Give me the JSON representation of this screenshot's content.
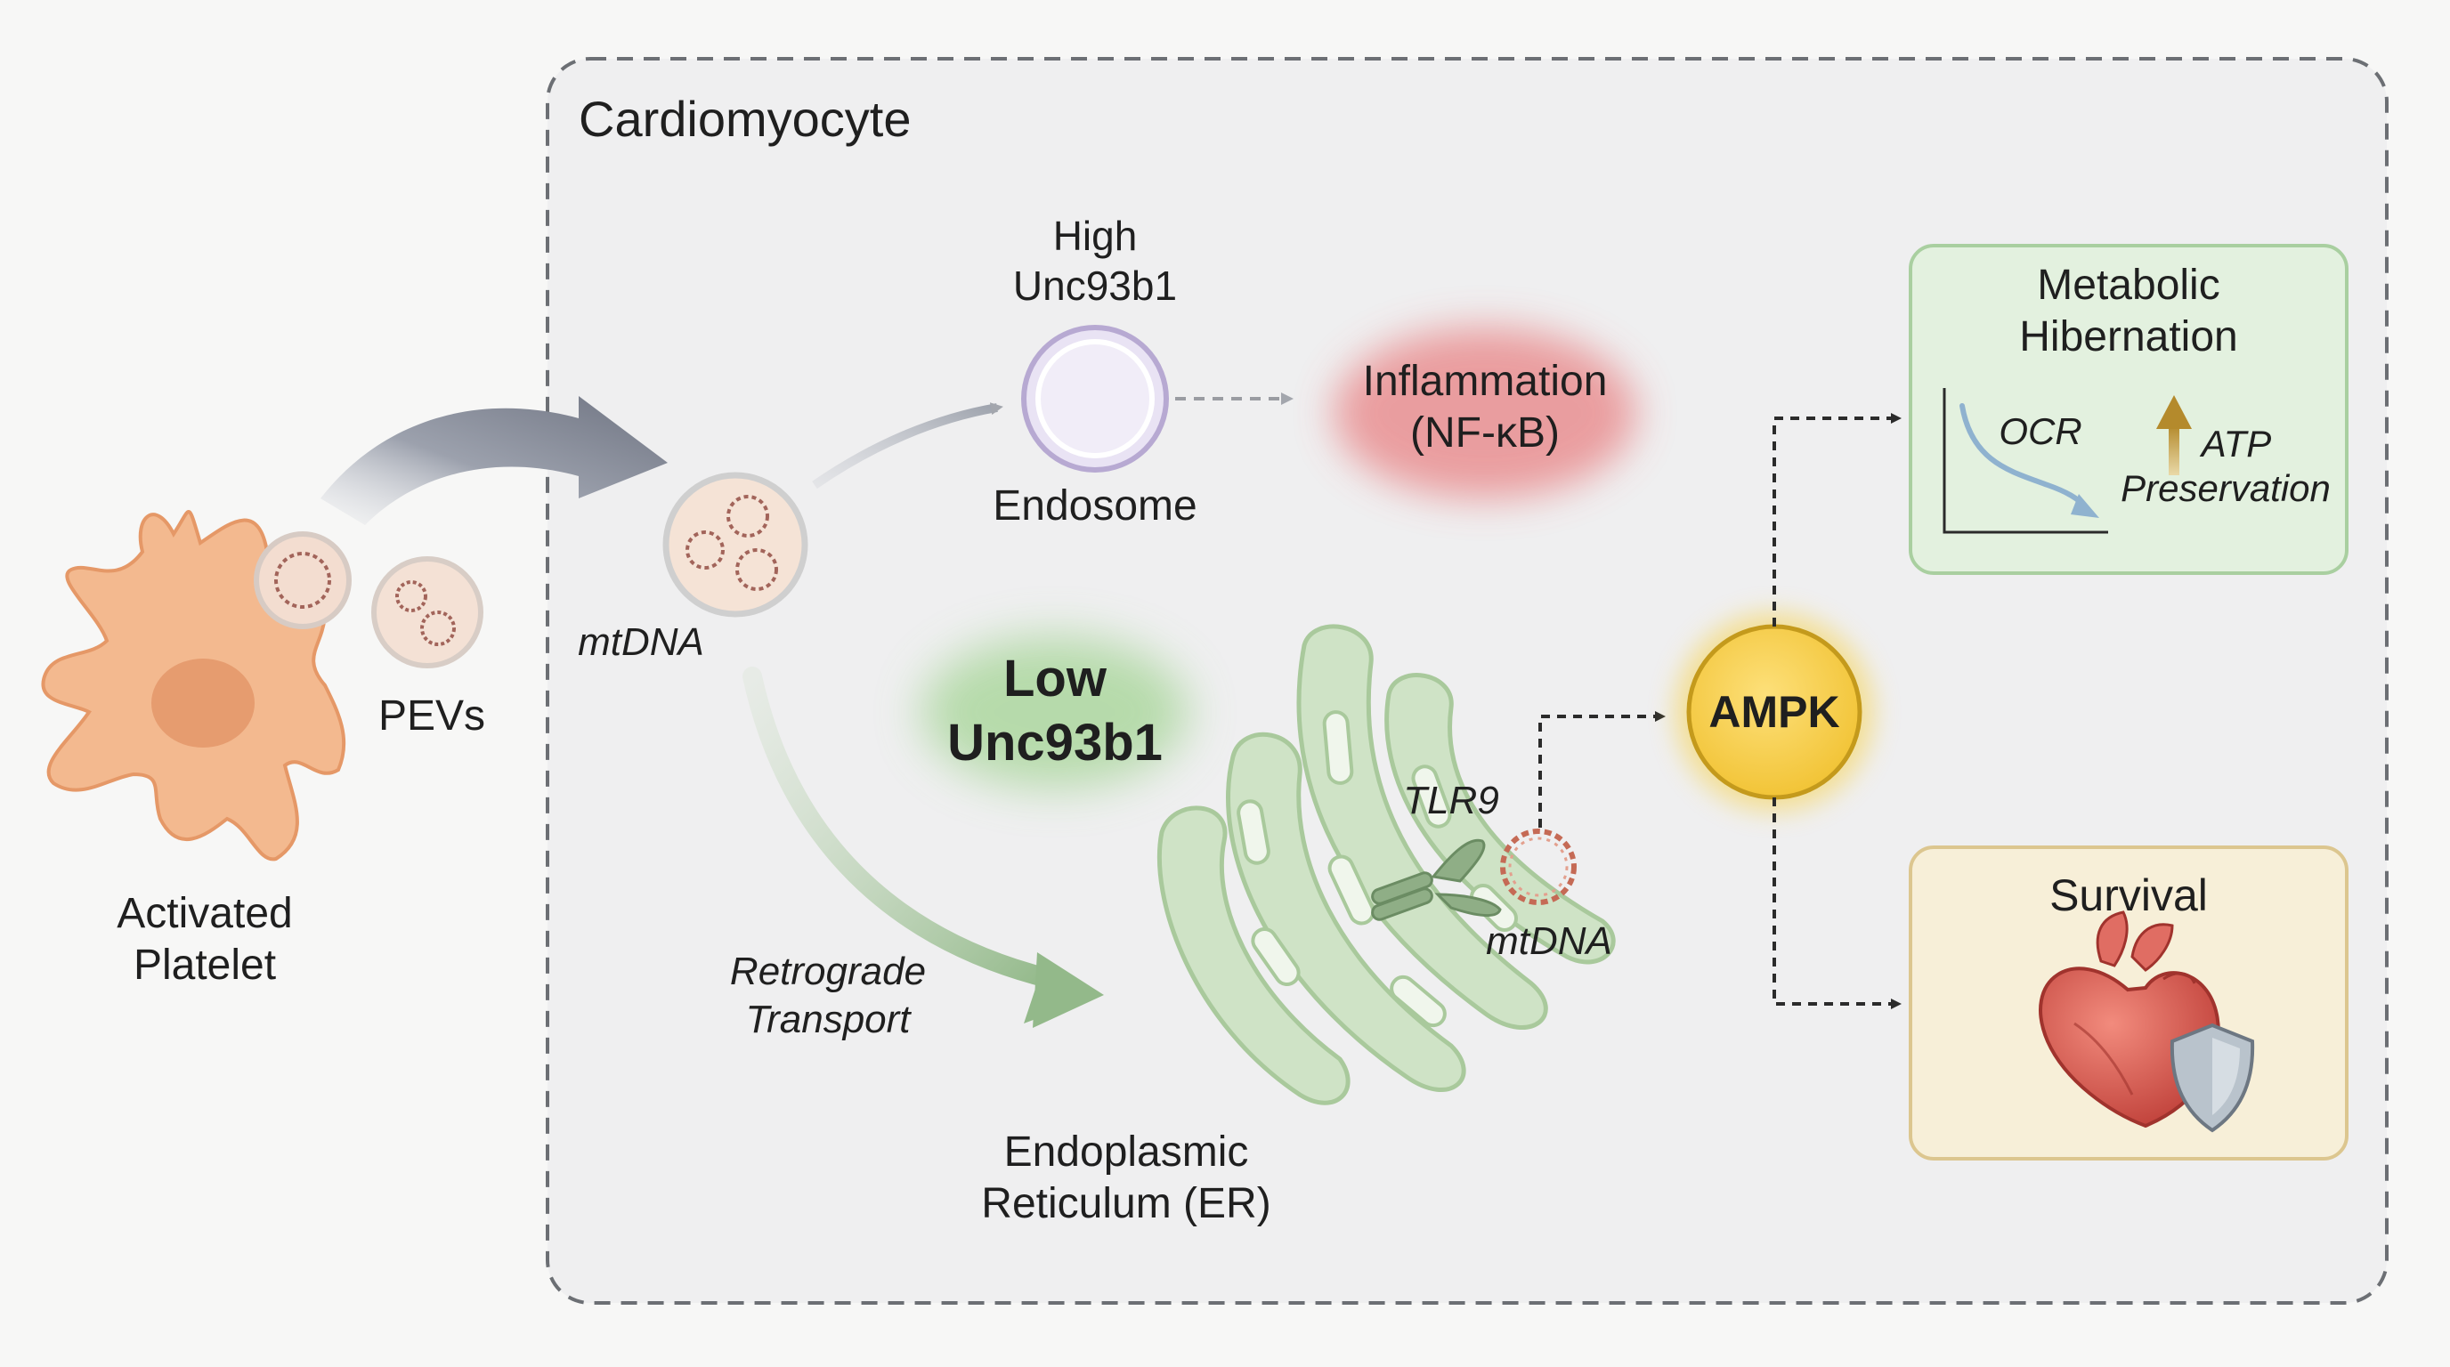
{
  "compartment": {
    "title": "Cardiomyocyte"
  },
  "platelet": {
    "label_line1": "Activated",
    "label_line2": "Platelet"
  },
  "pevs": {
    "label": "PEVs"
  },
  "vesicle": {
    "label": "mtDNA"
  },
  "endosome": {
    "top_line1": "High",
    "top_line2": "Unc93b1",
    "label": "Endosome"
  },
  "inflammation": {
    "line1": "Inflammation",
    "line2": "(NF-κB)"
  },
  "low_unc": {
    "line1": "Low",
    "line2": "Unc93b1"
  },
  "retrograde": {
    "line1": "Retrograde",
    "line2": "Transport"
  },
  "er": {
    "line1": "Endoplasmic",
    "line2": "Reticulum (ER)"
  },
  "tlr9": {
    "label": "TLR9",
    "mtdna_label": "mtDNA"
  },
  "ampk": {
    "label": "AMPK"
  },
  "hibernation": {
    "title_line1": "Metabolic",
    "title_line2": "Hibernation",
    "ocr": "OCR",
    "atp_line1": "ATP",
    "atp_line2": "Preservation"
  },
  "survival": {
    "title": "Survival"
  },
  "colors": {
    "platelet": "#f3b98f",
    "er_green": "#cfe3c6",
    "ampk_yellow": "#f7d14a",
    "hibernation_bg": "#e3f1df",
    "survival_bg": "#f7efd8",
    "inflammation_red": "#e98f91",
    "heart_red": "#d9534f",
    "shield_gray": "#b9c3cc"
  },
  "icons": [
    "platelet-cell-icon",
    "pev-vesicle-icon",
    "endosome-icon",
    "er-organelle-icon",
    "tlr9-receptor-icon",
    "mtdna-ring-icon",
    "heart-icon",
    "shield-icon",
    "ocr-decline-chart-icon",
    "atp-up-arrow-icon"
  ]
}
